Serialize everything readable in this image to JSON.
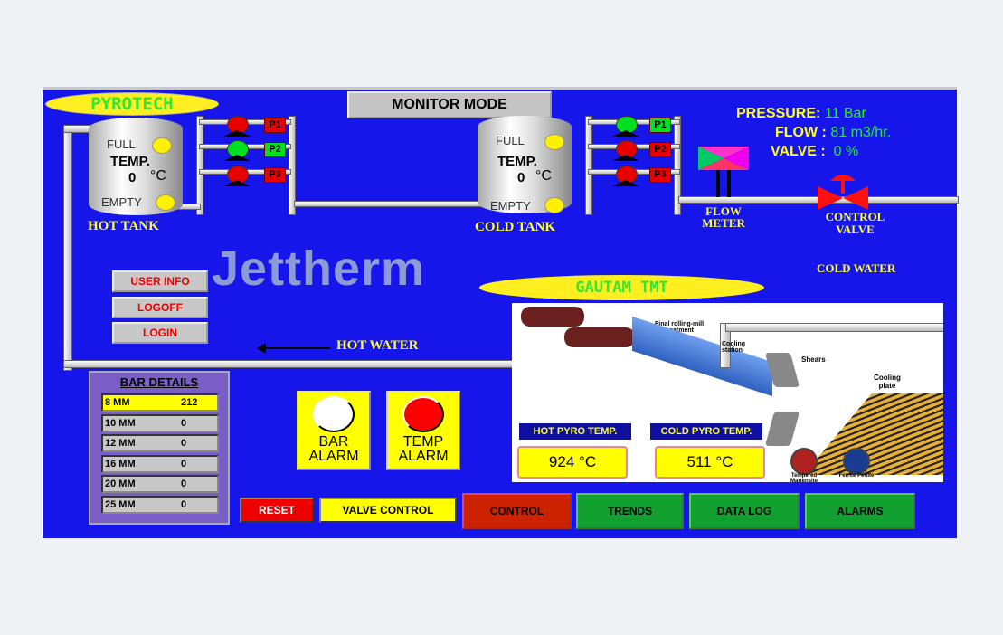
{
  "header": {
    "brand": "PYROTECH",
    "mode": "MONITOR MODE"
  },
  "readouts": {
    "pressure_label": "PRESSURE:",
    "pressure_value": "11 Bar",
    "flow_label": "FLOW :",
    "flow_value": "81 m3/hr.",
    "valve_label": "VALVE :",
    "valve_value": "0 %"
  },
  "hot_tank": {
    "full": "FULL",
    "temp_label": "TEMP.",
    "temp_value": "0",
    "unit": "°C",
    "empty": "EMPTY",
    "name": "HOT TANK"
  },
  "cold_tank": {
    "full": "FULL",
    "temp_label": "TEMP.",
    "temp_value": "0",
    "unit": "°C",
    "empty": "EMPTY",
    "name": "COLD TANK"
  },
  "hot_pumps": [
    {
      "label": "P1",
      "state": "off"
    },
    {
      "label": "P2",
      "state": "on"
    },
    {
      "label": "P3",
      "state": "off"
    }
  ],
  "cold_pumps": [
    {
      "label": "P1",
      "state": "on"
    },
    {
      "label": "P2",
      "state": "off"
    },
    {
      "label": "P3",
      "state": "off"
    }
  ],
  "colors": {
    "on": "#00e020",
    "off": "#e80000"
  },
  "labels": {
    "flow_meter": "FLOW METER",
    "control_valve": "CONTROL VALVE",
    "cold_water": "COLD WATER",
    "hot_water": "HOT WATER",
    "logo": "Jettherm",
    "plant": "GAUTAM TMT"
  },
  "user_buttons": [
    "USER INFO",
    "LOGOFF",
    "LOGIN"
  ],
  "bar_details": {
    "title": "BAR DETAILS",
    "rows": [
      {
        "size": "8 MM",
        "count": "212"
      },
      {
        "size": "10 MM",
        "count": "0"
      },
      {
        "size": "12 MM",
        "count": "0"
      },
      {
        "size": "16 MM",
        "count": "0"
      },
      {
        "size": "20 MM",
        "count": "0"
      },
      {
        "size": "25 MM",
        "count": "0"
      }
    ]
  },
  "alarms": [
    {
      "line1": "BAR",
      "line2": "ALARM",
      "color": "#ffffff"
    },
    {
      "line1": "TEMP",
      "line2": "ALARM",
      "color": "#ff0000"
    }
  ],
  "process": {
    "final_rolling": "Final rolling-mill treatment",
    "cooling": "Cooling station",
    "shears": "Shears",
    "cooling_plate": "Cooling plate",
    "tempered": "Tempered Martensite",
    "ferrite": "Ferrite Perlite",
    "hot_pyro_label": "HOT PYRO TEMP.",
    "hot_pyro_value": "924",
    "cold_pyro_label": "COLD PYRO TEMP.",
    "cold_pyro_value": "511",
    "unit": "°C"
  },
  "bottom_buttons": {
    "reset": "RESET",
    "valve_control": "VALVE CONTROL",
    "control": "CONTROL",
    "trends": "TRENDS",
    "data_log": "DATA LOG",
    "alarms": "ALARMS"
  }
}
